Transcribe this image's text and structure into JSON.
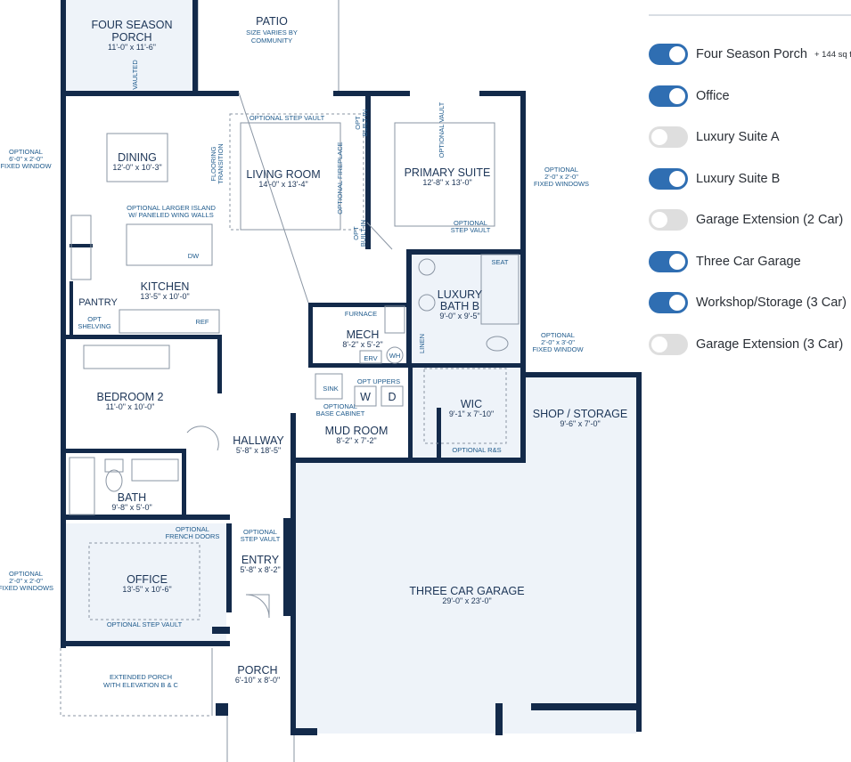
{
  "floorplan": {
    "rooms": [
      {
        "id": "porch4",
        "name": "FOUR SEASON\nPORCH",
        "dims": "11'-0\" x 11'-6\""
      },
      {
        "id": "patio",
        "name": "PATIO",
        "dims": ""
      },
      {
        "id": "dining",
        "name": "DINING",
        "dims": "12'-0\" x 10'-3\""
      },
      {
        "id": "living",
        "name": "LIVING ROOM",
        "dims": "14'-0\" x 13'-4\""
      },
      {
        "id": "primary",
        "name": "PRIMARY SUITE",
        "dims": "12'-8\" x 13'-0\""
      },
      {
        "id": "kitchen",
        "name": "KITCHEN",
        "dims": "13'-5\" x 10'-0\""
      },
      {
        "id": "pantry",
        "name": "PANTRY",
        "dims": ""
      },
      {
        "id": "luxbath",
        "name": "LUXURY\nBATH B",
        "dims": "9'-0\" x 9'-5\""
      },
      {
        "id": "mech",
        "name": "MECH",
        "dims": "8'-2\" x 5'-2\""
      },
      {
        "id": "bedroom2",
        "name": "BEDROOM 2",
        "dims": "11'-0\" x 10'-0\""
      },
      {
        "id": "wic",
        "name": "WIC",
        "dims": "9'-1\" x 7'-10\""
      },
      {
        "id": "shop",
        "name": "SHOP / STORAGE",
        "dims": "9'-6\" x 7'-0\""
      },
      {
        "id": "hallway",
        "name": "HALLWAY",
        "dims": "5'-8\" x 18'-5\""
      },
      {
        "id": "mudroom",
        "name": "MUD ROOM",
        "dims": "8'-2\" x 7'-2\""
      },
      {
        "id": "bath",
        "name": "BATH",
        "dims": "9'-8\" x 5'-0\""
      },
      {
        "id": "office",
        "name": "OFFICE",
        "dims": "13'-5\" x 10'-6\""
      },
      {
        "id": "entry",
        "name": "ENTRY",
        "dims": "5'-8\" x 8'-2\""
      },
      {
        "id": "garage",
        "name": "THREE CAR GARAGE",
        "dims": "29'-0\" x 23'-0\""
      },
      {
        "id": "porch",
        "name": "PORCH",
        "dims": "6'-10\" x 8'-0\""
      }
    ],
    "notes": [
      {
        "id": "patio-size",
        "text": "SIZE VARIES BY\nCOMMUNITY"
      },
      {
        "id": "vaulted1",
        "text": "VAULTED"
      },
      {
        "id": "opt-step-vault-living",
        "text": "OPTIONAL STEP VAULT"
      },
      {
        "id": "opt-builtin-top",
        "text": "OPT\nBUILT-IN"
      },
      {
        "id": "opt-fireplace",
        "text": "OPTIONAL FIREPLACE"
      },
      {
        "id": "opt-builtin-bottom",
        "text": "OPT\nBUILT-IN"
      },
      {
        "id": "flooring-transition",
        "text": "FLOORING\nTRANSITION"
      },
      {
        "id": "optional-vault-primary",
        "text": "OPTIONAL VAULT"
      },
      {
        "id": "opt-step-vault-primary",
        "text": "OPTIONAL\nSTEP VAULT"
      },
      {
        "id": "win-left-top",
        "text": "OPTIONAL\n6'-0\" x 2'-0\"\nFIXED WINDOW"
      },
      {
        "id": "win-right-top",
        "text": "OPTIONAL\n2'-0\" x 2'-0\"\nFIXED WINDOWS"
      },
      {
        "id": "island",
        "text": "OPTIONAL LARGER ISLAND\nW/ PANELED WING WALLS"
      },
      {
        "id": "dw",
        "text": "DW"
      },
      {
        "id": "ref",
        "text": "REF"
      },
      {
        "id": "opt-shelving",
        "text": "OPT\nSHELVING"
      },
      {
        "id": "seat",
        "text": "SEAT"
      },
      {
        "id": "furnace",
        "text": "FURNACE"
      },
      {
        "id": "erv",
        "text": "ERV"
      },
      {
        "id": "wh",
        "text": "WH"
      },
      {
        "id": "linen",
        "text": "LINEN"
      },
      {
        "id": "win-right-mid",
        "text": "OPTIONAL\n2'-0\" x 3'-0\"\nFIXED WINDOW"
      },
      {
        "id": "sink",
        "text": "SINK"
      },
      {
        "id": "opt-uppers",
        "text": "OPT UPPERS"
      },
      {
        "id": "w",
        "text": "W"
      },
      {
        "id": "d",
        "text": "D"
      },
      {
        "id": "opt-base-cabinet",
        "text": "OPTIONAL\nBASE CABINET"
      },
      {
        "id": "opt-rs",
        "text": "OPTIONAL R&S"
      },
      {
        "id": "french-doors",
        "text": "OPTIONAL\nFRENCH DOORS"
      },
      {
        "id": "opt-step-vault-entry",
        "text": "OPTIONAL\nSTEP VAULT"
      },
      {
        "id": "opt-step-vault-office",
        "text": "OPTIONAL STEP VAULT"
      },
      {
        "id": "win-left-bottom",
        "text": "OPTIONAL\n2'-0\" x 2'-0\"\nFIXED WINDOWS"
      },
      {
        "id": "extended-porch",
        "text": "EXTENDED PORCH\nWITH ELEVATION B & C"
      }
    ]
  },
  "options": [
    {
      "label": "Four Season Porch",
      "sqft": "+ 144 sq f",
      "on": true
    },
    {
      "label": "Office",
      "sqft": "",
      "on": true
    },
    {
      "label": "Luxury Suite A",
      "sqft": "",
      "on": false
    },
    {
      "label": "Luxury Suite B",
      "sqft": "",
      "on": true
    },
    {
      "label": "Garage Extension (2 Car)",
      "sqft": "",
      "on": false
    },
    {
      "label": "Three Car Garage",
      "sqft": "",
      "on": true
    },
    {
      "label": "Workshop/Storage (3 Car)",
      "sqft": "",
      "on": true
    },
    {
      "label": "Garage Extension (3 Car)",
      "sqft": "",
      "on": false
    }
  ],
  "colors": {
    "toggle_on": "#2f6eb2",
    "toggle_off": "#dedede",
    "wall": "#132a4a",
    "label": "#1c3557",
    "note": "#1e5a8c"
  }
}
